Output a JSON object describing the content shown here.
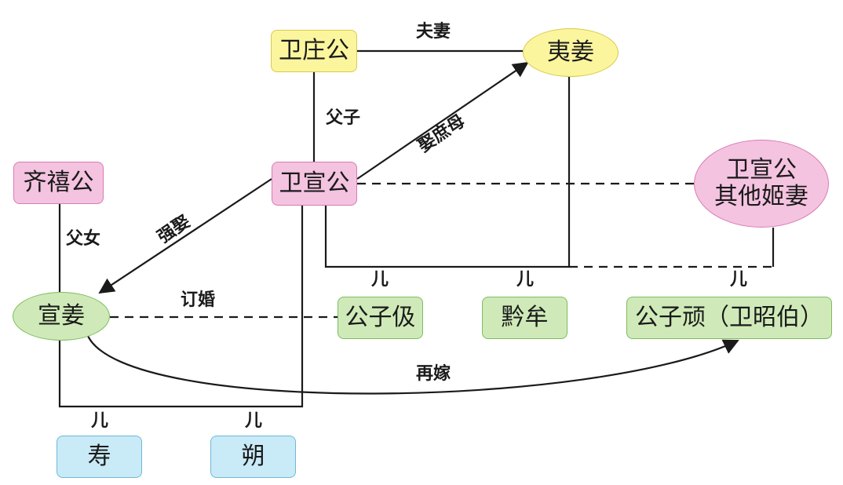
{
  "nodes": {
    "wei_zhuang_gong": "卫庄公",
    "yi_jiang": "夷姜",
    "qi_xi_gong": "齐禧公",
    "wei_xuan_gong": "卫宣公",
    "other_wives_line1": "卫宣公",
    "other_wives_line2": "其他姬妻",
    "xuan_jiang": "宣姜",
    "gongzi_ji": "公子伋",
    "qian_mou": "黔牟",
    "gongzi_wan": "公子顽（卫昭伯）",
    "shou": "寿",
    "shuo": "朔"
  },
  "labels": {
    "husband_wife": "夫妻",
    "father_son": "父子",
    "marry_stepmother": "娶庶母",
    "father_daughter": "父女",
    "forced_marriage": "强娶",
    "engaged": "订婚",
    "son_ji": "儿",
    "son_qianmou": "儿",
    "son_wan": "儿",
    "son_shou": "儿",
    "son_shuo": "儿",
    "remarried": "再嫁"
  },
  "colors": {
    "pink": "#f4c3e0",
    "yellow": "#fbf59e",
    "green": "#cfeab8",
    "blue": "#c9eaf7",
    "line": "#1a1a1a"
  }
}
